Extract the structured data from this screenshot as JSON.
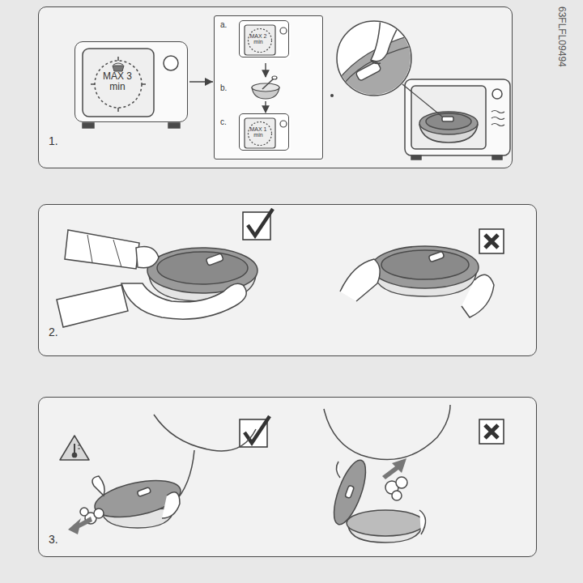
{
  "diagram": {
    "nodes": [
      {
        "text": [
          "1."
        ]
      },
      {
        "text": [
          "MAX 3 min"
        ],
        "in": 0
      },
      {
        "text": [
          "a.",
          "b.",
          "c."
        ],
        "in": 0
      },
      {
        "text": [
          "MAX 2 min"
        ],
        "in": 2
      },
      {
        "text": [
          "MAX 1 min"
        ],
        "in": 2
      },
      {
        "text": [
          "2."
        ]
      },
      {
        "text": [
          "3."
        ]
      }
    ],
    "edges": [
      {
        "from": 1,
        "to": 2,
        "arrow": "to"
      }
    ],
    "labels": [
      "63FLFL09494"
    ]
  }
}
